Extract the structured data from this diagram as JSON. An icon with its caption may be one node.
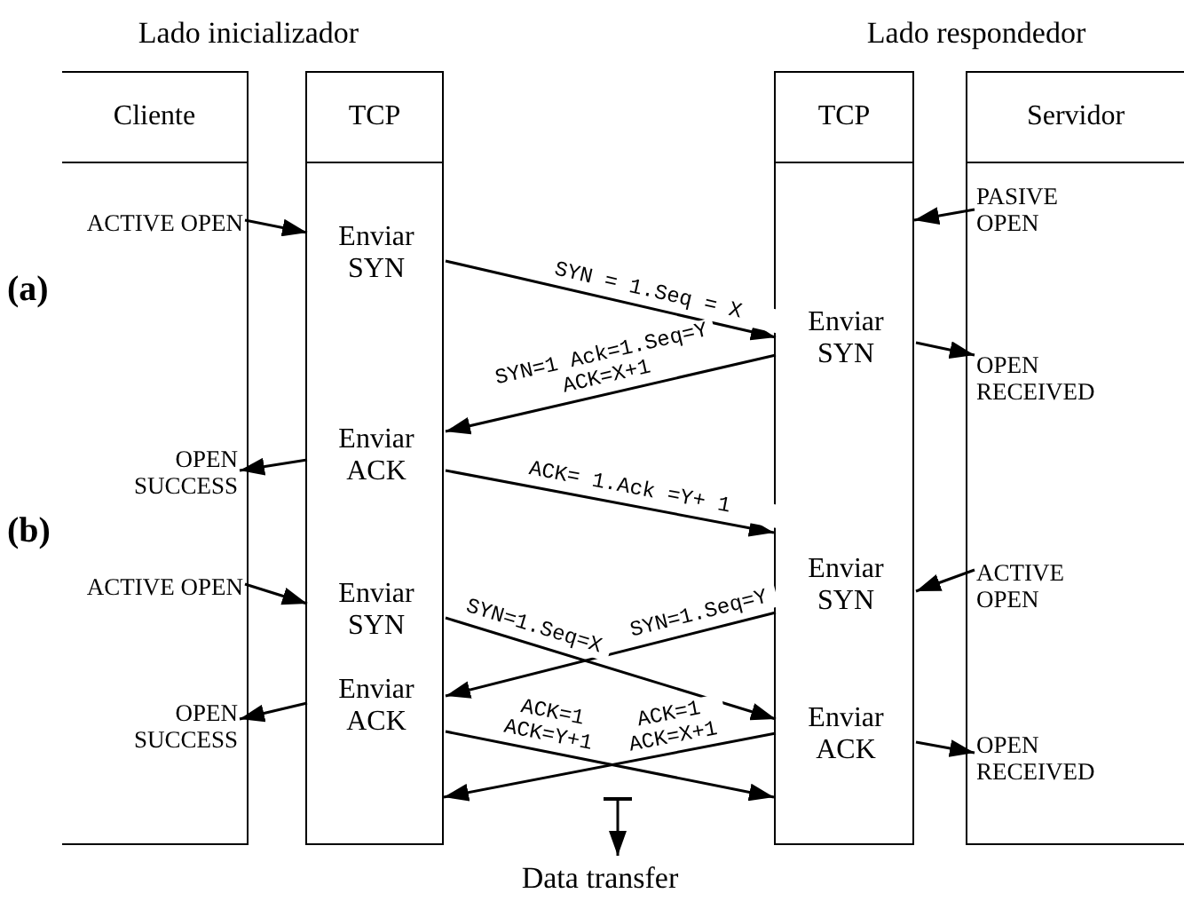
{
  "diagram": {
    "nodes": [
      {
        "text": [
          "Cliente"
        ]
      },
      {
        "text": [
          "TCP"
        ]
      },
      {
        "text": [
          "TCP"
        ]
      },
      {
        "text": [
          "Servidor"
        ]
      },
      {
        "text": [
          "ACTIVE OPEN"
        ],
        "in": 0
      },
      {
        "text": [
          "Enviar SYN"
        ],
        "in": 1
      },
      {
        "text": [
          "PASIVE OPEN"
        ],
        "in": 3
      },
      {
        "text": [
          "Enviar SYN"
        ],
        "in": 2
      },
      {
        "text": [
          "OPEN RECEIVED"
        ],
        "in": 3
      },
      {
        "text": [
          "Enviar ACK"
        ],
        "in": 1
      },
      {
        "text": [
          "OPEN SUCCESS"
        ],
        "in": 0
      },
      {
        "text": [
          "ACTIVE OPEN"
        ],
        "in": 0
      },
      {
        "text": [
          "Enviar SYN"
        ],
        "in": 1
      },
      {
        "text": [
          "ACTIVE OPEN"
        ],
        "in": 3
      },
      {
        "text": [
          "Enviar SYN"
        ],
        "in": 2
      },
      {
        "text": [
          "Enviar ACK"
        ],
        "in": 1
      },
      {
        "text": [
          "OPEN SUCCESS"
        ],
        "in": 0
      },
      {
        "text": [
          "Enviar ACK"
        ],
        "in": 2
      },
      {
        "text": [
          "OPEN RECEIVED"
        ],
        "in": 3
      },
      {
        "text": [
          "Data transfer"
        ]
      }
    ],
    "edges": [
      {
        "from": 4,
        "to": 5,
        "arrow": "to"
      },
      {
        "from": 6,
        "to": 2,
        "arrow": "to"
      },
      {
        "from": 5,
        "to": 7,
        "arrow": "to",
        "label": "SYN = 1.Seq = X"
      },
      {
        "from": 7,
        "to": 9,
        "arrow": "to",
        "label": "SYN=1 Ack=1.Seq=Y ACK=X+1"
      },
      {
        "from": 7,
        "to": 8,
        "arrow": "to"
      },
      {
        "from": 9,
        "to": 10,
        "arrow": "to"
      },
      {
        "from": 9,
        "to": 2,
        "arrow": "to",
        "label": "ACK= 1.Ack =Y+ 1"
      },
      {
        "from": 11,
        "to": 12,
        "arrow": "to"
      },
      {
        "from": 13,
        "to": 14,
        "arrow": "to"
      },
      {
        "from": 12,
        "to": 17,
        "arrow": "to",
        "label": "SYN=1.Seq=X"
      },
      {
        "from": 14,
        "to": 15,
        "arrow": "to",
        "label": "SYN=1.Seq=Y"
      },
      {
        "from": 15,
        "to": 16,
        "arrow": "to"
      },
      {
        "from": 17,
        "to": 18,
        "arrow": "to"
      },
      {
        "from": 15,
        "to": 2,
        "arrow": "to",
        "label": "ACK=1 ACK=Y+1"
      },
      {
        "from": 17,
        "to": 1,
        "arrow": "to",
        "label": "ACK=1 ACK=X+1"
      },
      {
        "from": null,
        "to": 19,
        "arrow": "to"
      }
    ],
    "labels": [
      "Lado inicializador",
      "Lado respondedor",
      "(a)",
      "(b)"
    ]
  }
}
